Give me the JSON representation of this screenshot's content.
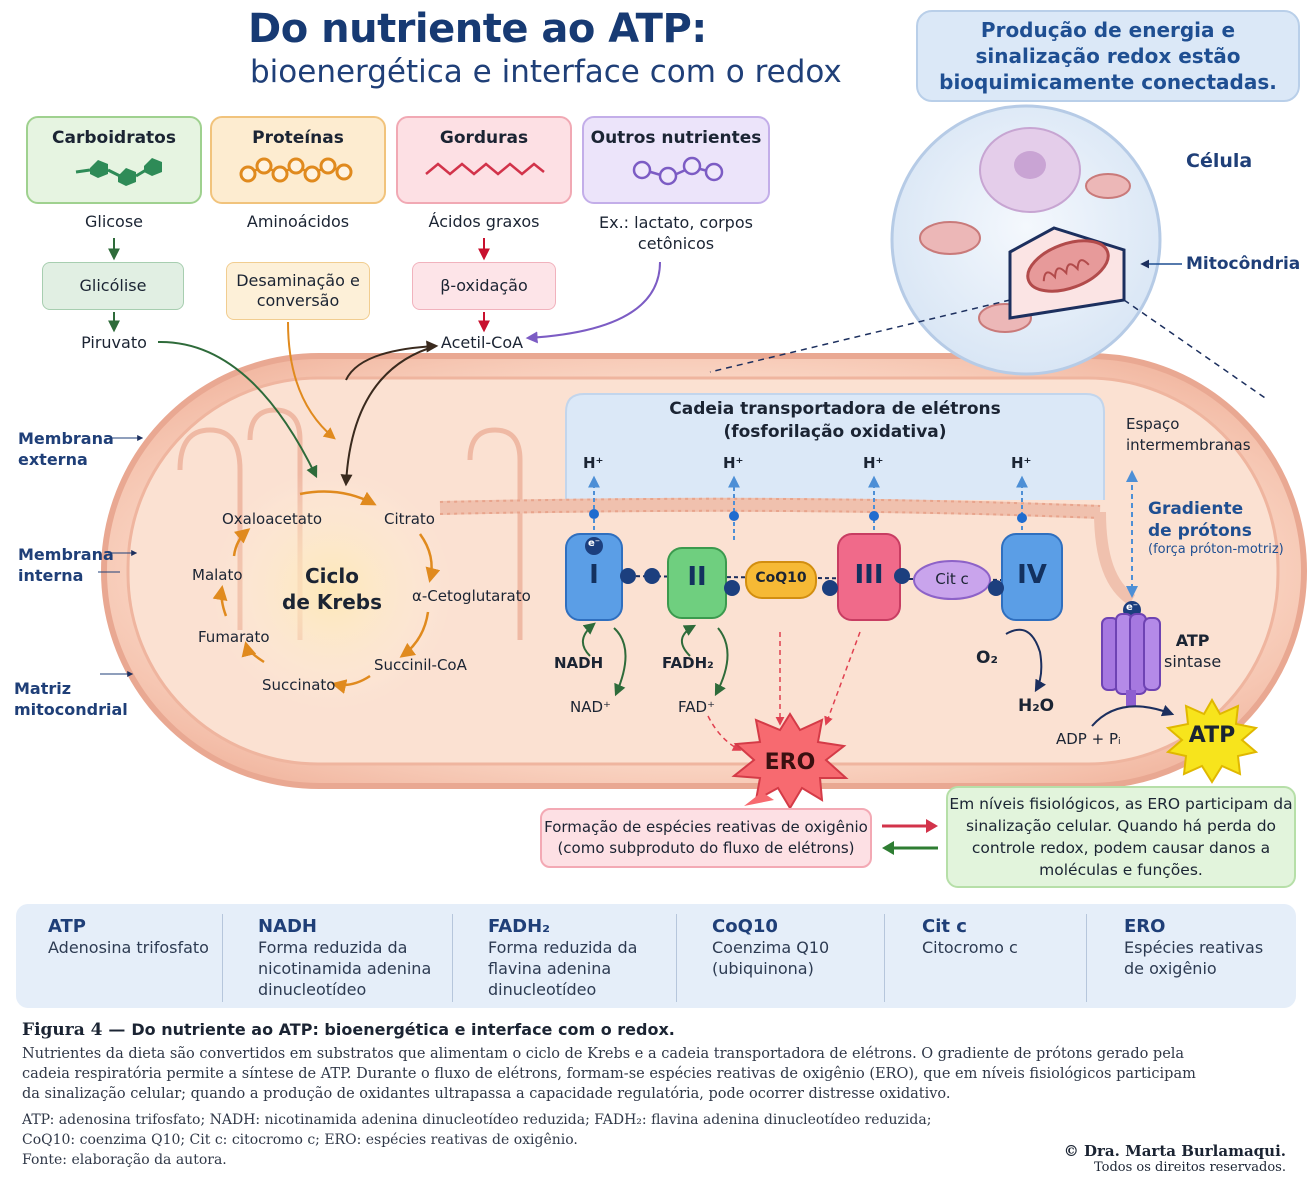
{
  "title": "Do nutriente ao ATP:",
  "subtitle": "bioenergética e interface com o redox",
  "callout": "Produção de energia e sinalização redox estão bioquimicamente conectadas.",
  "nutrients": [
    {
      "name": "Carboidratos",
      "product": "Glicose",
      "process": "Glicólise",
      "result": "Piruvato"
    },
    {
      "name": "Proteínas",
      "product": "Aminoácidos",
      "process": "Desaminação e conversão"
    },
    {
      "name": "Gorduras",
      "product": "Ácidos graxos",
      "process": "β-oxidação",
      "result": "Acetil-CoA"
    },
    {
      "name": "Outros nutrientes",
      "product": "Ex.: lactato, corpos cetônicos"
    }
  ],
  "cell": {
    "label": "Célula",
    "mito_label": "Mitocôndria"
  },
  "membranes": {
    "outer": "Membrana externa",
    "inner": "Membrana interna",
    "matrix": "Matriz mitocondrial",
    "ims": "Espaço intermembranas"
  },
  "krebs": {
    "label_line1": "Ciclo",
    "label_line2": "de Krebs",
    "metabolites": [
      "Oxaloacetato",
      "Citrato",
      "α-Cetoglutarato",
      "Succinil-CoA",
      "Succinato",
      "Fumarato",
      "Malato"
    ]
  },
  "etc": {
    "title_line1": "Cadeia transportadora de elétrons",
    "title_line2": "(fosforilação oxidativa)",
    "proton": "H⁺",
    "electron": "e⁻",
    "complexes": [
      "I",
      "II",
      "III",
      "IV"
    ],
    "coq10": "CoQ10",
    "citc": "Cit c",
    "nadh": "NADH",
    "nad": "NAD⁺",
    "fadh2": "FADH₂",
    "fad": "FAD⁺",
    "o2": "O₂",
    "h2o": "H₂O"
  },
  "gradient": {
    "title_line1": "Gradiente",
    "title_line2": "de prótons",
    "subtitle": "(força próton-motriz)"
  },
  "atp_synthase": {
    "label_line1": "ATP",
    "label_line2": "sintase",
    "inputs": "ADP + Pᵢ",
    "product": "ATP"
  },
  "ero": {
    "label": "ERO",
    "formation_line1": "Formação de espécies reativas de oxigênio",
    "formation_line2": "(como subproduto do fluxo de elétrons)",
    "physiology": "Em níveis fisiológicos, as ERO participam da sinalização celular. Quando há perda do controle redox, podem causar danos a moléculas e funções."
  },
  "legend": [
    {
      "abbr": "ATP",
      "desc": "Adenosina trifosfato"
    },
    {
      "abbr": "NADH",
      "desc": "Forma reduzida da nicotinamida adenina dinucleotídeo"
    },
    {
      "abbr": "FADH₂",
      "desc": "Forma reduzida da flavina adenina dinucleotídeo"
    },
    {
      "abbr": "CoQ10",
      "desc": "Coenzima Q10 (ubiquinona)"
    },
    {
      "abbr": "Cit c",
      "desc": "Citocromo c"
    },
    {
      "abbr": "ERO",
      "desc": "Espécies reativas de oxigênio"
    }
  ],
  "caption": {
    "figure": "Figura 4 —",
    "heading": "Do nutriente ao ATP: bioenergética e interface com o redox.",
    "body": "Nutrientes da dieta são convertidos em substratos que alimentam o ciclo de Krebs e a cadeia transportadora de elétrons. O gradiente de prótons gerado pela cadeia respiratória permite a síntese de ATP. Durante o fluxo de elétrons, formam-se espécies reativas de oxigênio (ERO), que em níveis fisiológicos participam da sinalização celular; quando a produção de oxidantes ultrapassa a capacidade regulatória, pode ocorrer distresse oxidativo.",
    "abbr_line1": "ATP: adenosina trifosfato; NADH: nicotinamida adenina dinucleotídeo reduzida; FADH₂: flavina adenina dinucleotídeo reduzida;",
    "abbr_line2": "CoQ10: coenzima Q10; Cit c: citocromo c; ERO: espécies reativas de oxigênio.",
    "source": "Fonte: elaboração da autora."
  },
  "credit": {
    "line1": "© Dra. Marta Burlamaqui.",
    "line2": "Todos os direitos reservados."
  },
  "colors": {
    "title": "#173a73",
    "carb": "#2e8b57",
    "protein": "#e08a1e",
    "fat": "#d2334a",
    "other": "#7c5cc4",
    "accent": "#1f4f92"
  }
}
